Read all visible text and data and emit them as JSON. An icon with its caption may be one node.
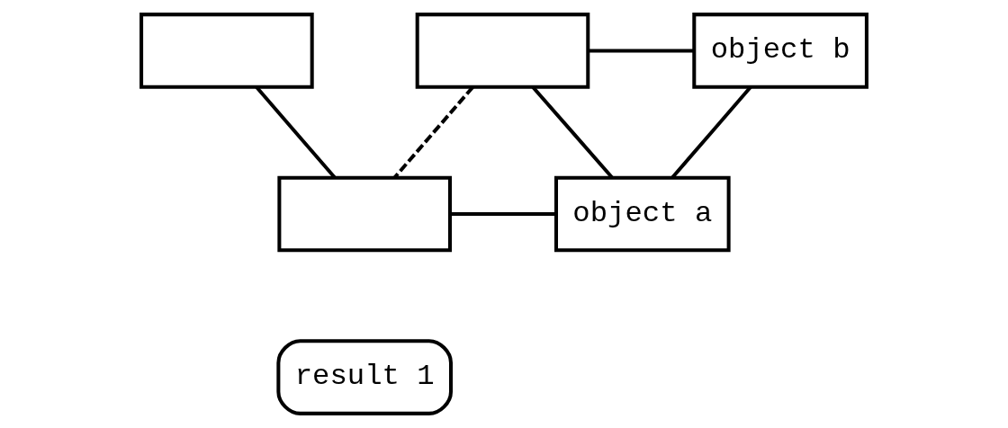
{
  "diagram": {
    "nodes": [
      {
        "text": [],
        "shape": "box"
      },
      {
        "text": [],
        "shape": "box"
      },
      {
        "text": [
          "object b"
        ]
      },
      {
        "text": [],
        "shape": "box"
      },
      {
        "text": [
          "object a"
        ]
      },
      {
        "text": [
          "result 1"
        ]
      }
    ],
    "edges": [
      {
        "from": 0,
        "to": 3,
        "arrow": "none"
      },
      {
        "from": 1,
        "to": 3,
        "arrow": "none",
        "style": "dashed"
      },
      {
        "from": 1,
        "to": 2,
        "arrow": "none"
      },
      {
        "from": 1,
        "to": 4,
        "arrow": "none"
      },
      {
        "from": 2,
        "to": 4,
        "arrow": "none"
      },
      {
        "from": 3,
        "to": 4,
        "arrow": "none"
      }
    ]
  }
}
